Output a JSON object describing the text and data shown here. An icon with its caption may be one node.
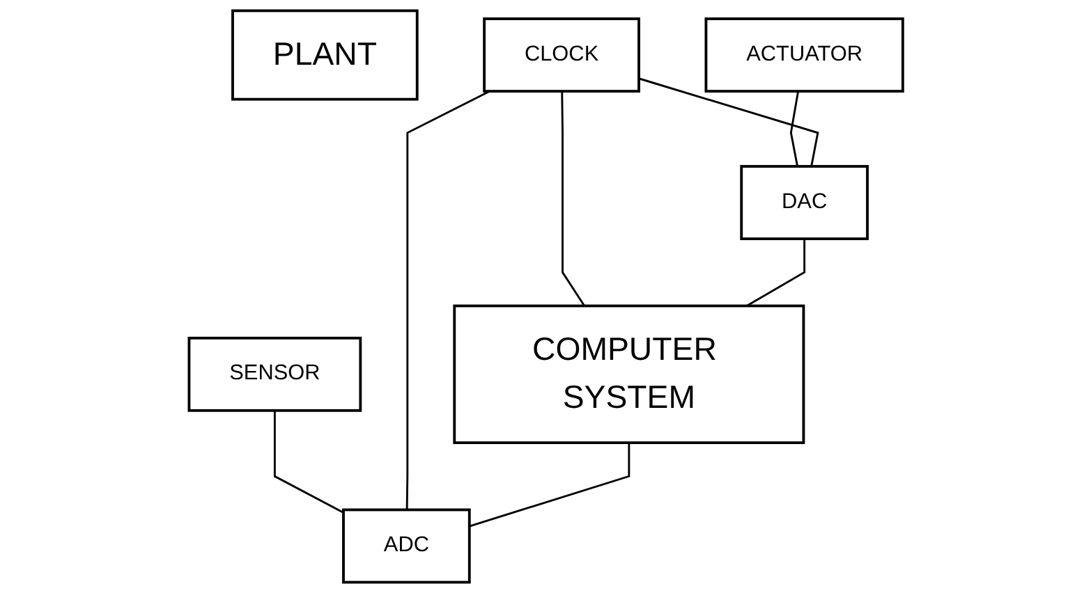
{
  "diagram": {
    "nodes": [
      {
        "text": [
          "PLANT"
        ]
      },
      {
        "text": [
          "ACTUATOR"
        ]
      },
      {
        "text": [
          "SENSOR"
        ]
      },
      {
        "text": [
          "CLOCK"
        ]
      },
      {
        "text": [
          "DAC"
        ]
      },
      {
        "text": [
          "ADC"
        ]
      },
      {
        "text": [
          "COMPUTER SYSTEM"
        ]
      }
    ],
    "edges": [
      {
        "from": 1,
        "to": 4,
        "arrow": "none"
      },
      {
        "from": 2,
        "to": 5,
        "arrow": "none"
      },
      {
        "from": 3,
        "to": 4,
        "arrow": "none"
      },
      {
        "from": 3,
        "to": 5,
        "arrow": "none"
      },
      {
        "from": 3,
        "to": 6,
        "arrow": "none"
      },
      {
        "from": 4,
        "to": 6,
        "arrow": "none"
      },
      {
        "from": 6,
        "to": 5,
        "arrow": "none"
      }
    ]
  }
}
